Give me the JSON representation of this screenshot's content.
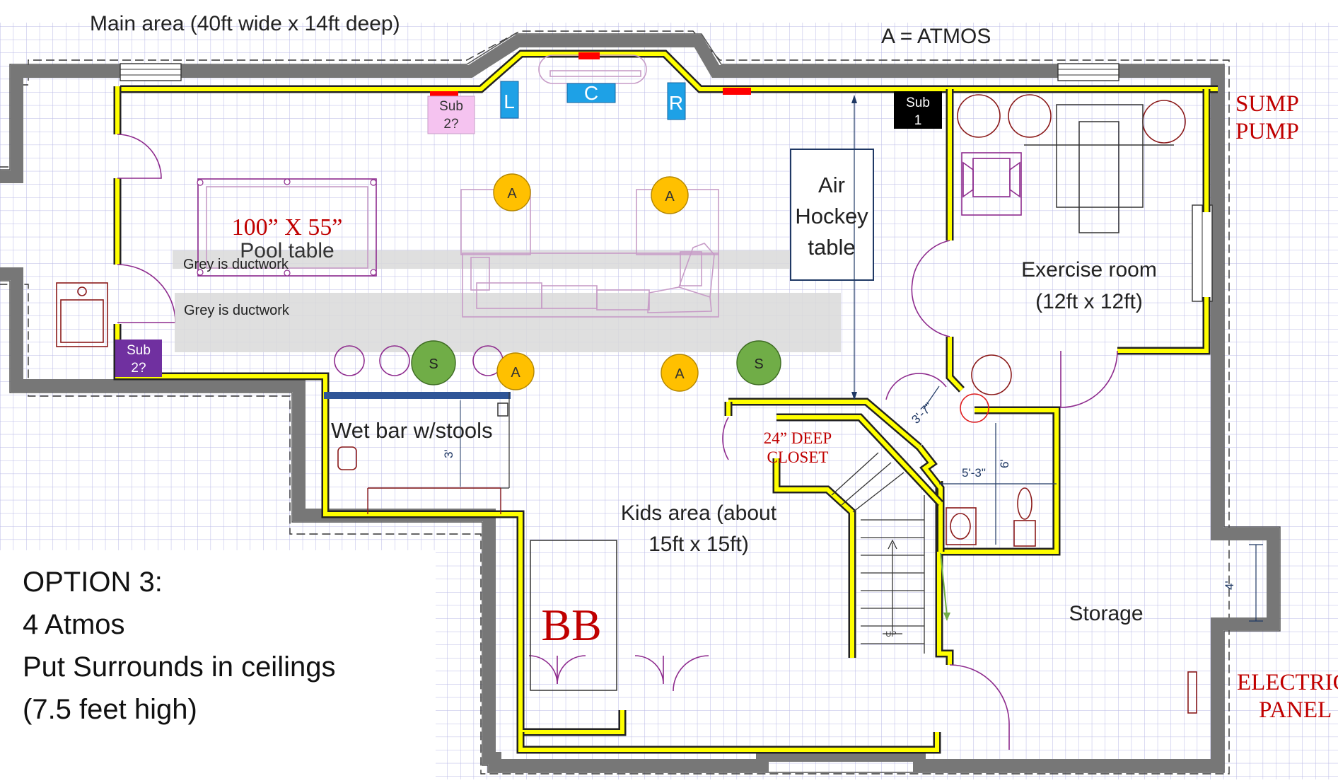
{
  "labels": {
    "main_area": "Main area (40ft wide x 14ft deep)",
    "legend_atmos": "A = ATMOS",
    "pool_dims": "100” X 55”",
    "pool_table": "Pool table",
    "ductwork_1": "Grey is ductwork",
    "ductwork_2": "Grey is ductwork",
    "air_hockey_1": "Air",
    "air_hockey_2": "Hockey",
    "air_hockey_3": "table",
    "exercise_1": "Exercise room",
    "exercise_2": "(12ft x 12ft)",
    "sump_1": "SUMP",
    "sump_2": "PUMP",
    "wet_bar": "Wet bar w/stools",
    "closet_1": "24” DEEP",
    "closet_2": "CLOSET",
    "kids_1": "Kids area (about",
    "kids_2": "15ft x 15ft)",
    "storage": "Storage",
    "bb": "BB",
    "electric_1": "ELECTRIC",
    "electric_2": "PANEL",
    "dim_3ft": "3'",
    "dim_3_7": "3'-7\"",
    "dim_5_3": "5'-3\"",
    "dim_6": "6'",
    "dim_4": "4'",
    "stairs_up": "UP"
  },
  "speakers": {
    "left": "L",
    "center": "C",
    "right": "R",
    "sub1_a": "Sub",
    "sub1_b": "1",
    "sub2_pink_a": "Sub",
    "sub2_pink_b": "2?",
    "sub2_purple_a": "Sub",
    "sub2_purple_b": "2?",
    "atmos": [
      "A",
      "A",
      "A",
      "A"
    ],
    "surrounds": [
      "S",
      "S"
    ]
  },
  "option_note": {
    "line1": "OPTION 3:",
    "line2": "4 Atmos",
    "line3": "Put Surrounds in ceilings",
    "line4": "(7.5 feet high)"
  },
  "colors": {
    "wall_yellow": "#ffff00",
    "wall_grey": "#777777",
    "grid": "#b9b9e6",
    "atmos_orange": "#ffc000",
    "surround_green": "#70ad47",
    "speaker_blue": "#1ea1e6",
    "sub_pink": "#f5c3f0",
    "sub_purple": "#7030a0",
    "label_red": "#c00000",
    "ductwork_grey": "#d9d9d9"
  }
}
